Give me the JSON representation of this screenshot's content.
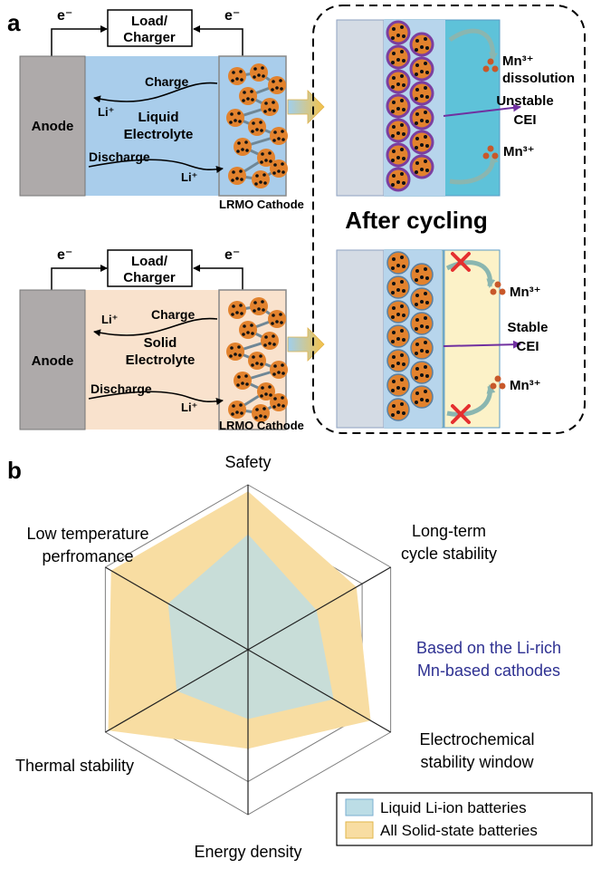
{
  "panel_a": {
    "label": "a",
    "electron": "e⁻",
    "load_line1": "Load/",
    "load_line2": "Charger",
    "anode": "Anode",
    "li": "Li⁺",
    "charge": "Charge",
    "discharge": "Discharge",
    "cathode": "LRMO Cathode",
    "liquid_line1": "Liquid",
    "liquid_line2": "Electrolyte",
    "solid_line1": "Solid",
    "solid_line2": "Electrolyte",
    "after_cycling": "After cycling",
    "mn": "Mn³⁺",
    "mn_dissolution_line1": "Mn³⁺",
    "mn_dissolution_line2": "dissolution",
    "unstable_line1": "Unstable",
    "unstable_line2": "CEI",
    "stable_line1": "Stable",
    "stable_line2": "CEI",
    "colors": {
      "liquid": "#a9cdeb",
      "solid": "#f9e2cd",
      "anode": "#aeaaaa",
      "particle": "#e2822d",
      "cei_unstable": "#7b3fa0",
      "arrow": "#f2c14e"
    }
  },
  "panel_b": {
    "label": "b",
    "axes": [
      "Safety",
      [
        "Long-term",
        "cycle stability"
      ],
      [
        "Electrochemical",
        "stability window"
      ],
      "Energy density",
      "Thermal stability",
      [
        "Low temperature",
        "perfromance"
      ]
    ],
    "note_line1": "Based on the Li-rich",
    "note_line2": "Mn-based cathodes",
    "legend": [
      "Liquid Li-ion batteries",
      "All Solid-state batteries"
    ],
    "chart_data": {
      "type": "radar",
      "axes": [
        "Safety",
        "Long-term cycle stability",
        "Electrochemical stability window",
        "Energy density",
        "Thermal stability",
        "Low temperature perfromance"
      ],
      "rmax": 5,
      "series": [
        {
          "name": "Liquid Li-ion batteries",
          "values": [
            3.5,
            2.4,
            3.0,
            2.1,
            2.5,
            2.8
          ],
          "color": "#bcdde6"
        },
        {
          "name": "All Solid-state batteries",
          "values": [
            4.8,
            3.8,
            4.3,
            3.0,
            4.9,
            4.8
          ],
          "color": "#f8dda2"
        }
      ]
    }
  }
}
